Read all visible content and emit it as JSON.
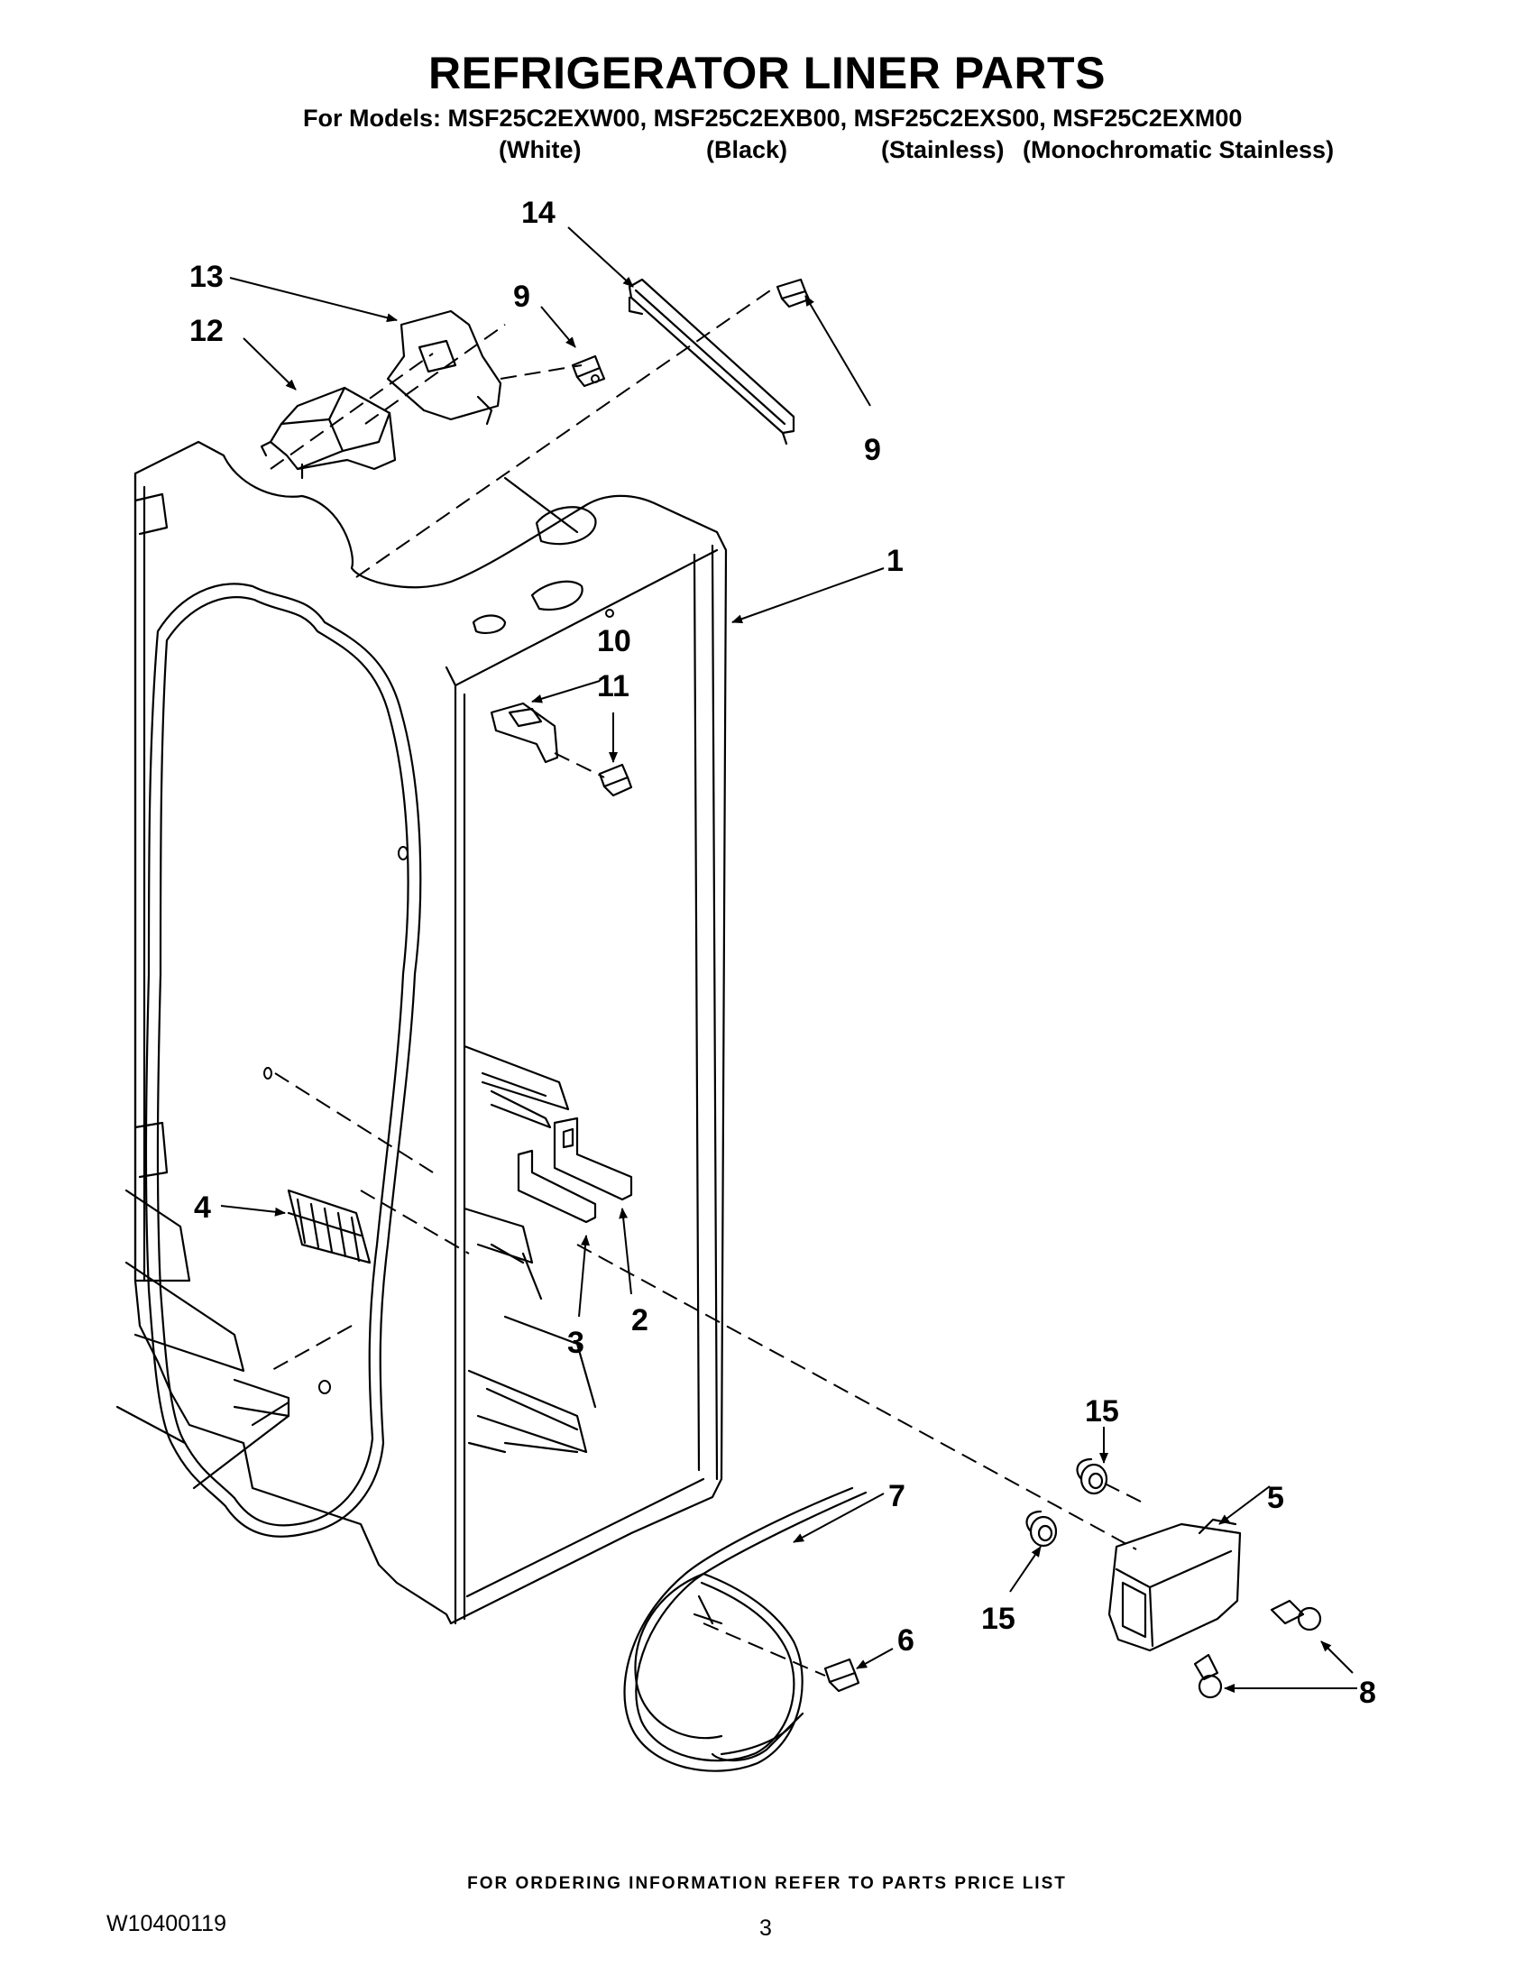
{
  "header": {
    "title": "REFRIGERATOR LINER PARTS",
    "models_line": "For Models: MSF25C2EXW00, MSF25C2EXB00, MSF25C2EXS00, MSF25C2EXM00",
    "finishes": [
      "(White)",
      "(Black)",
      "(Stainless)",
      "(Monochromatic Stainless)"
    ]
  },
  "callouts": {
    "c1": "1",
    "c2": "2",
    "c3": "3",
    "c4": "4",
    "c5": "5",
    "c6": "6",
    "c7": "7",
    "c8": "8",
    "c9a": "9",
    "c9b": "9",
    "c10": "10",
    "c11": "11",
    "c12": "12",
    "c13": "13",
    "c14": "14",
    "c15a": "15",
    "c15b": "15"
  },
  "footer": {
    "ordering_note": "FOR ORDERING INFORMATION REFER TO PARTS PRICE LIST",
    "document_number": "W10400119",
    "page_number": "3"
  }
}
